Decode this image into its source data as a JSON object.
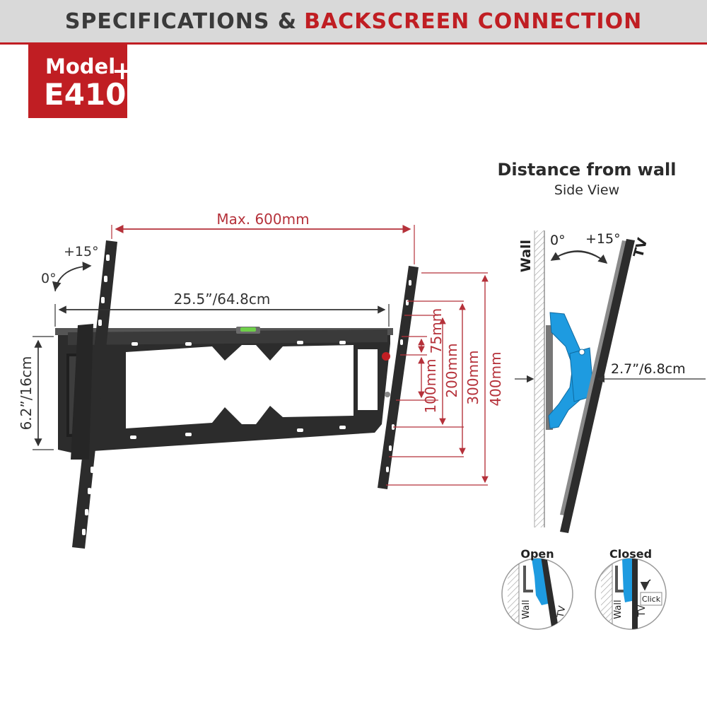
{
  "header": {
    "title_part1": "SPECIFICATIONS &",
    "title_part2": "BACKSCREEN CONNECTION"
  },
  "model": {
    "label": "Model",
    "number": "E410",
    "plus": "+"
  },
  "front_view": {
    "max_width": "Max. 600mm",
    "plate_width": "25.5”/64.8cm",
    "plate_height": "6.2”/16cm",
    "tilt_plus": "+15°",
    "tilt_zero": "0°",
    "vesa_heights": [
      "75mm",
      "100mm",
      "200mm",
      "300mm",
      "400mm"
    ]
  },
  "side_view": {
    "title": "Distance from wall",
    "subtitle": "Side View",
    "wall_label": "Wall",
    "tv_label": "TV",
    "tilt_zero": "0°",
    "tilt_plus": "+15°",
    "distance": "2.7”/6.8cm"
  },
  "lock_detail": {
    "open_label": "Open",
    "closed_label": "Closed",
    "wall_label": "Wall",
    "tv_label": "TV",
    "click_label": "Click"
  },
  "colors": {
    "accent_red": "#c01e23",
    "dimension_red": "#b5313a",
    "bracket_blue": "#1e9be0",
    "bracket_dark": "#2c2c2c"
  }
}
